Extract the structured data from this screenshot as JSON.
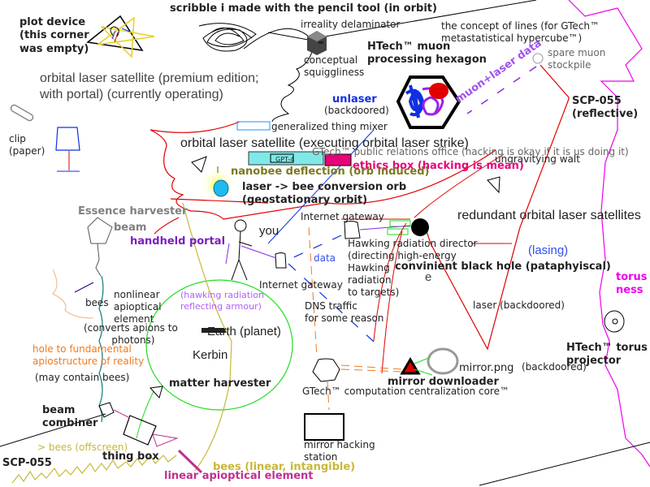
{
  "colors": {
    "red": "#e00000",
    "blue": "#1030e0",
    "magenta": "#ee00ee",
    "purple": "#8a2be2",
    "green": "#22dd22",
    "olive": "#7a7a20",
    "mustard": "#c8b838",
    "pink": "#e8007a",
    "orange": "#f07a20",
    "teal": "#107878",
    "gray": "#808080"
  },
  "labels": {
    "plot_device": "plot device\n(this corner\nwas empty)",
    "scribble": "scribble i made with the pencil tool (in orbit)",
    "irreality": "irreality delaminator",
    "concept_lines": "the concept of lines (for GTech™\nmetastatistical hypercube™)",
    "conceptual_squiggliness": "conceptual\nsquiggliness",
    "muon_hexagon": "HTech™ muon\nprocessing hexagon",
    "spare_muon": "spare muon\nstockpile",
    "muon_laser_data": "muon+laser data",
    "orbital_premium": "orbital laser satellite (premium edition;\nwith portal) (currently operating)",
    "unlaser": "unlaser",
    "backdoored_unlaser": "(backdoored)",
    "scp055_reflective": "SCP-055\n(reflective)",
    "clip": "clip\n(paper)",
    "thing_mixer": "generalized thing mixer",
    "orbital_executing": "orbital laser satellite (executing orbital laser strike)",
    "gtech_pr": "GTech™ public relations office (hacking is okay if it is us doing it)",
    "ungravitying": "ungravitying walt",
    "ethics_box": "ethics box (hacking is mean)",
    "nanobee": "nanobee deflection (orb induced)",
    "laser_bee_orb": "laser -> bee conversion orb\n(geostationary orbit)",
    "gpt4": "GPT-4",
    "internet_gateway_top": "Internet gateway",
    "redundant": "redundant orbital laser satellites",
    "essence": "Essence harvester",
    "beam": "beam",
    "handheld": "handheld portal",
    "you": "you",
    "hawking_director": "Hawking radiation director\n(directing high-energy\nHawking\nradiation\nto targets)",
    "convenient_bh": "convinient black hole (pataphyiscal)",
    "lasing": "(lasing)",
    "data": "data",
    "e": "e",
    "torusness": "torus\nness",
    "internet_gateway_bottom": "Internet gateway",
    "bees": "bees",
    "nonlinear": "nonlinear\napioptical\nelement",
    "hawking_armour": "(hawking radiation\nreflecting armour)",
    "converts": "(converts apions to\n         photons)",
    "dns": "DNS traffic\nfor some reason",
    "laser_backdoored": "laser (backdoored)",
    "earth": "Earth (planet)",
    "kerbin": "Kerbin",
    "hole": "hole to fundamental\napiostructure of reality",
    "may_contain_bees": "(may contain bees)",
    "htech_torus": "HTech™ torus\nprojector",
    "mirror_png": "mirror.png",
    "backdoored_mirror": "(backdoored)",
    "mirror_downloader": "mirror downloader",
    "matter_harvester": "matter harvester",
    "gtech_core": "GTech™ computation centralization core™",
    "beam_combiner": "beam\ncombiner",
    "bees_offscreen": "> bees (offscreen)",
    "scp055": "SCP-055",
    "thing_box": "thing box",
    "mirror_hacking": "mirror hacking\nstation",
    "bees_linear": "bees (linear, intangible)",
    "linear_apioptical": "linear apioptical element"
  }
}
